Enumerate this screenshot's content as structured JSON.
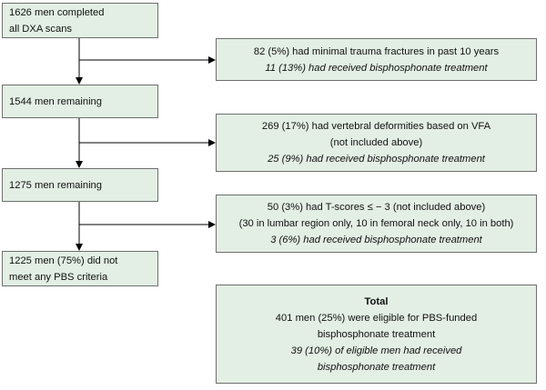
{
  "left_boxes": [
    {
      "lines": [
        "1626 men completed",
        "all DXA scans"
      ]
    },
    {
      "lines": [
        "1544 men remaining"
      ]
    },
    {
      "lines": [
        "1275 men remaining"
      ]
    },
    {
      "lines": [
        "1225 men (75%) did not",
        "meet any PBS criteria"
      ]
    }
  ],
  "right_boxes": [
    {
      "lines": [
        "82 (5%) had minimal trauma fractures in past 10 years"
      ],
      "italic_lines": [
        "11 (13%) had received bisphosphonate treatment"
      ]
    },
    {
      "lines": [
        "269 (17%) had vertebral deformities based on VFA",
        "(not included above)"
      ],
      "italic_lines": [
        "25 (9%) had received bisphosphonate treatment"
      ]
    },
    {
      "lines": [
        "50 (3%) had T-scores ≤ − 3 (not included above)",
        "(30 in lumbar region only, 10 in femoral neck only, 10 in both)"
      ],
      "italic_lines": [
        "3 (6%) had received bisphosphonate treatment"
      ]
    }
  ],
  "total_box": {
    "title": "Total",
    "lines": [
      "401 men (25%) were eligible for PBS-funded",
      "bisphosphonate treatment"
    ],
    "italic_lines": [
      "39 (10%) of eligible men had received",
      "bisphosphonate treatment"
    ]
  },
  "colors": {
    "box_fill": "#e3efe4",
    "box_border": "#6e6e6e",
    "arrow": "#000000"
  }
}
